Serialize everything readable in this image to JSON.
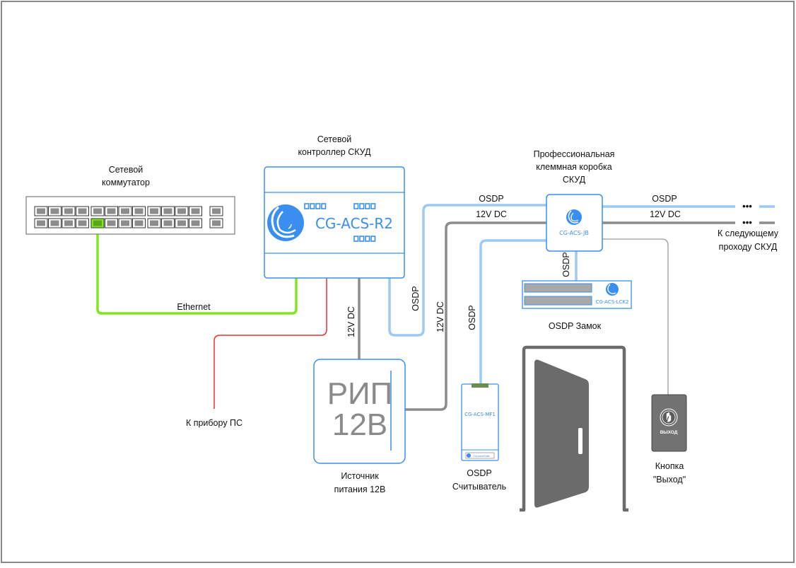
{
  "diagram": {
    "colors": {
      "device_blue": "#3a8ef0",
      "osdp_line": "#9ccaf5",
      "power_line": "#8c8c8c",
      "ethernet_line": "#7fe81e",
      "fire_line": "#e83030",
      "exit_line": "#9a9a9a",
      "door": "#6b6b6b"
    },
    "switch": {
      "label_line1": "Сетевой",
      "label_line2": "коммутатор",
      "port_groups": [
        4,
        4,
        4,
        1
      ],
      "active_port": "group 2, port 1 (bottom row)"
    },
    "controller": {
      "label_line1": "Сетевой",
      "label_line2": "контроллер СКУД",
      "model": "CG-ACS-R2"
    },
    "junction_box": {
      "label_line1": "Профессиональная",
      "label_line2": "клеммная коробка",
      "label_line3": "СКУД",
      "model": "CG-ACS-JB"
    },
    "lock": {
      "label": "OSDP Замок",
      "model": "CG-ACS-LCK2"
    },
    "psu": {
      "face_line1": "РИП",
      "face_line2": "12В",
      "label_line1": "Источник",
      "label_line2": "питания 12В"
    },
    "reader": {
      "model": "CG-ACS-MF1",
      "brand_tag": "ConnectGate",
      "label_line1": "OSDP",
      "label_line2": "Считыватель"
    },
    "exit_button": {
      "face_text": "ВЫХОД",
      "label_line1": "Кнопка",
      "label_line2": "\"Выход\""
    },
    "door": {
      "label": ""
    },
    "connections": {
      "ethernet": "Ethernet",
      "fire_alarm": "К прибору ПС",
      "psu_to_controller": "12V DC",
      "controller_to_jb": "OSDP",
      "psu_to_jb": "12V DC",
      "reader_to_jb": "OSDP",
      "jb_to_lock": "OSDP",
      "top_osdp": "OSDP",
      "top_power": "12V DC",
      "out_osdp": "OSDP",
      "out_power": "12V DC",
      "continuation": "•••",
      "next_line1": "К следующему",
      "next_line2": "проходу СКУД"
    }
  }
}
